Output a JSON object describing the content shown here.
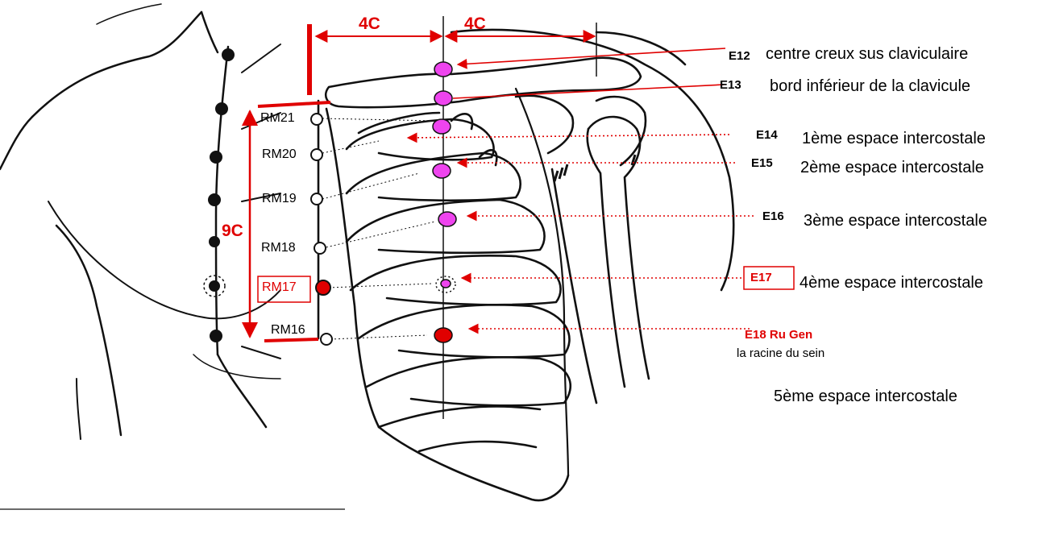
{
  "measurements": {
    "left": "4C",
    "right": "4C",
    "vertical": "9C"
  },
  "points": {
    "E12": {
      "code": "E12",
      "desc": "centre creux sus claviculaire"
    },
    "E13": {
      "code": "E13",
      "desc": "bord inférieur de la clavicule"
    },
    "E14": {
      "code": "E14",
      "desc": "1ème espace intercostale"
    },
    "E15": {
      "code": "E15",
      "desc": "2ème espace intercostale"
    },
    "E16": {
      "code": "E16",
      "desc": "3ème espace intercostale"
    },
    "E17": {
      "code": "E17",
      "desc": "4ème espace intercostale"
    },
    "E18": {
      "code": "E18 Ru Gen",
      "sub": "la racine du sein",
      "desc": "5ème espace intercostale"
    }
  },
  "rm_points": [
    "RM21",
    "RM20",
    "RM19",
    "RM18",
    "RM17",
    "RM16"
  ],
  "colors": {
    "accent": "#e00000",
    "stomach_point": "#ee44ee",
    "highlight_point": "#e00000",
    "line": "#111111"
  }
}
